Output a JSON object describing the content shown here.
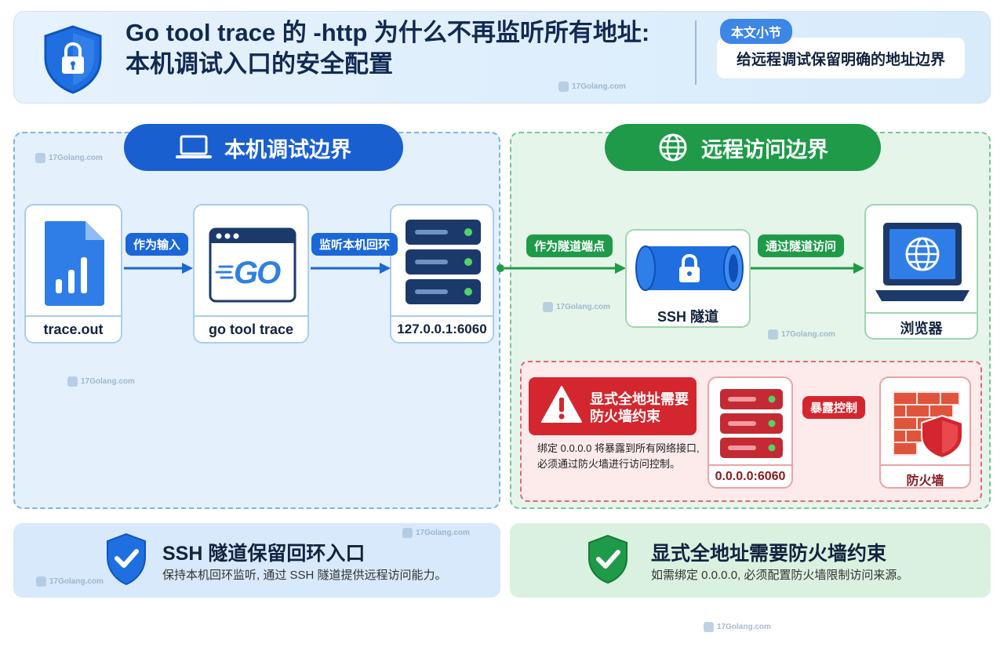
{
  "header": {
    "title_line1": "Go tool trace 的 -http 为什么不再监听所有地址:",
    "title_line2": "本机调试入口的安全配置",
    "section_tag": "本文小节",
    "section_text": "给远程调试保留明确的地址边界"
  },
  "local": {
    "title": "本机调试边界",
    "nodes": {
      "trace_file": "trace.out",
      "go_tool": "go tool trace",
      "go_logo": "GO",
      "loopback": "127.0.0.1:6060"
    },
    "arrows": {
      "input": "作为输入",
      "listen": "监听本机回环"
    }
  },
  "remote": {
    "title": "远程访问边界",
    "nodes": {
      "ssh": "SSH 隧道",
      "browser": "浏览器"
    },
    "arrows": {
      "endpoint": "作为隧道端点",
      "via_tunnel": "通过隧道访问"
    }
  },
  "exposure": {
    "warning_line1": "显式全地址需要",
    "warning_line2": "防火墙约束",
    "desc_line1": "绑定 0.0.0.0 将暴露到所有网络接口,",
    "desc_line2": "必须通过防火墙进行访问控制。",
    "server_label": "0.0.0.0:6060",
    "arrow": "暴露控制",
    "firewall_label": "防火墙"
  },
  "bottom": {
    "left_title": "SSH 隧道保留回环入口",
    "left_desc": "保持本机回环监听, 通过 SSH 隧道提供远程访问能力。",
    "right_title": "显式全地址需要防火墙约束",
    "right_desc": "如需绑定 0.0.0.0, 必须配置防火墙限制访问来源。"
  },
  "watermark": "17Golang.com",
  "colors": {
    "local_blue": "#1a5fcf",
    "remote_green": "#1e9a48",
    "danger_red": "#d3262e"
  },
  "icons": [
    "shield-lock-icon",
    "laptop-icon",
    "globe-icon",
    "file-chart-icon",
    "server-icon",
    "tunnel-lock-icon",
    "browser-globe-icon",
    "warning-icon",
    "firewall-icon",
    "shield-check-icon"
  ]
}
